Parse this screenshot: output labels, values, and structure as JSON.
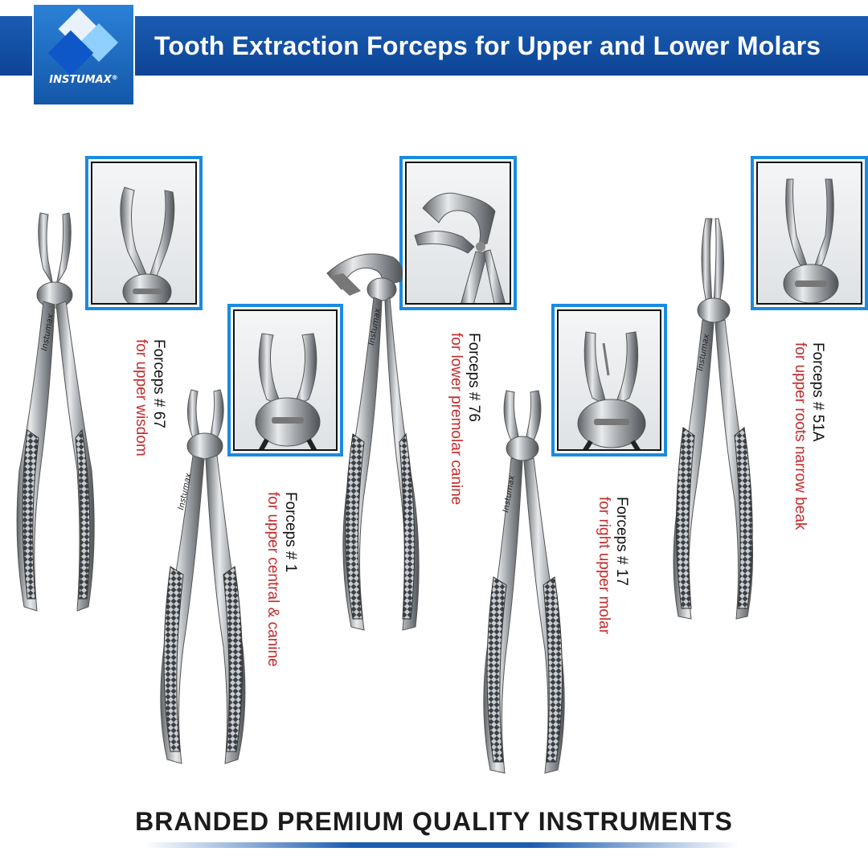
{
  "header": {
    "title": "Tooth Extraction Forceps for Upper and Lower Molars",
    "brand": "INSTUMAX",
    "brand_mark": "®"
  },
  "products": [
    {
      "name": "Forceps # 67",
      "use": "for upper wisdom"
    },
    {
      "name": "Forceps # 1",
      "use": "for upper central & canine"
    },
    {
      "name": "Forceps # 76",
      "use": "for lower premolar canine"
    },
    {
      "name": "Forceps # 17",
      "use": "for right upper molar"
    },
    {
      "name": "Forceps # 51A",
      "use": "for upper roots narrow beak"
    }
  ],
  "engraving": "Instumax",
  "footer": {
    "tagline": "BRANDED PREMIUM QUALITY INSTRUMENTS"
  },
  "colors": {
    "banner": "#1a5cb2",
    "inset_border": "#1a8be0",
    "use_text": "#c52b2b"
  }
}
